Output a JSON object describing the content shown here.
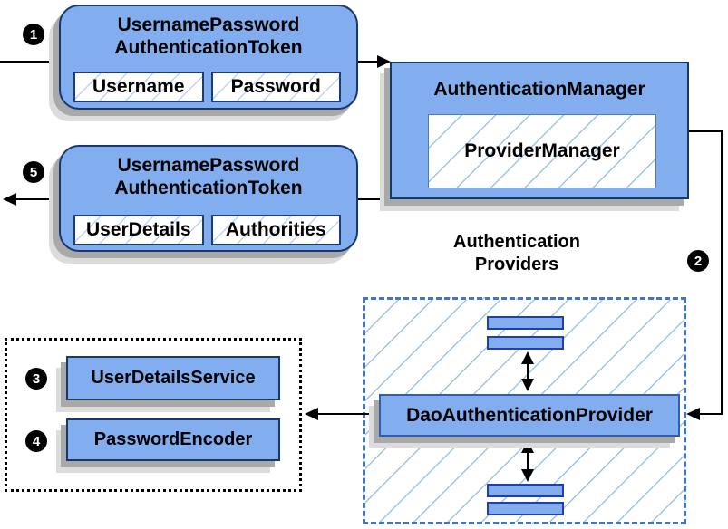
{
  "badges": {
    "step1": "1",
    "step2": "2",
    "step3": "3",
    "step4": "4",
    "step5": "5"
  },
  "request_token": {
    "title_line1": "UsernamePassword",
    "title_line2": "AuthenticationToken",
    "fields": [
      "Username",
      "Password"
    ]
  },
  "auth_manager": {
    "title": "AuthenticationManager",
    "inner_box": "ProviderManager"
  },
  "response_token": {
    "title_line1": "UsernamePassword",
    "title_line2": "AuthenticationToken",
    "fields": [
      "UserDetails",
      "Authorities"
    ]
  },
  "providers": {
    "label_line1": "Authentication",
    "label_line2": "Providers",
    "main_box": "DaoAuthenticationProvider"
  },
  "beans": {
    "items": [
      "UserDetailsService",
      "PasswordEncoder"
    ]
  },
  "colors": {
    "box_fill": "#82aeef",
    "box_border_dark": "#17386e",
    "provider_border": "#2f5fb3",
    "hatch_line": "#9cc3e8",
    "dashed_border": "#4576b5",
    "dotted_border": "#000000",
    "shadow_dark": "#a9a9a9",
    "shadow_light": "#dcdcdc",
    "arrow": "#000000"
  }
}
